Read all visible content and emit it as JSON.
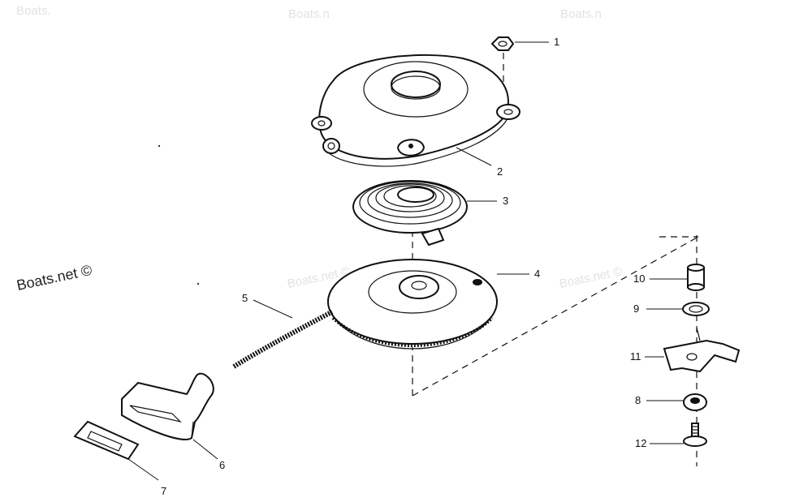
{
  "watermarks": {
    "main": "Boats.net ©",
    "faint_top_left": "Boats.",
    "faint_top_mid": "Boats.n",
    "faint_top_right": "Boats.n",
    "faint_mid": "Boats.net ©",
    "faint_right": "Boats.net ©"
  },
  "callouts": {
    "c1": "1",
    "c2": "2",
    "c3": "3",
    "c4": "4",
    "c5": "5",
    "c6": "6",
    "c7": "7",
    "c8": "8",
    "c9": "9",
    "c10": "10",
    "c11": "11",
    "c12": "12"
  }
}
